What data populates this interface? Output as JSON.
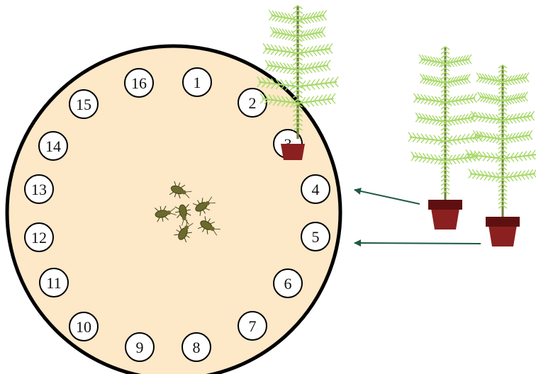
{
  "diagram": {
    "arena_fill": "#fde8c8",
    "arena_stroke": "#000000",
    "needle_color": "#a9d96b",
    "stem_color": "#6f7f3a",
    "pot_color": "#8b2020",
    "pot_rim_color": "#5e1010",
    "arrow_color": "#1f5a42",
    "insect_color": "#6b6a2c"
  },
  "positions": [
    {
      "label": "1"
    },
    {
      "label": "2"
    },
    {
      "label": "3"
    },
    {
      "label": "4"
    },
    {
      "label": "5"
    },
    {
      "label": "6"
    },
    {
      "label": "7"
    },
    {
      "label": "8"
    },
    {
      "label": "9"
    },
    {
      "label": "10"
    },
    {
      "label": "11"
    },
    {
      "label": "12"
    },
    {
      "label": "13"
    },
    {
      "label": "14"
    },
    {
      "label": "15"
    },
    {
      "label": "16"
    }
  ],
  "pointed_positions": [
    "4",
    "5"
  ],
  "plant_in_position": "3",
  "insect_count": 6
}
